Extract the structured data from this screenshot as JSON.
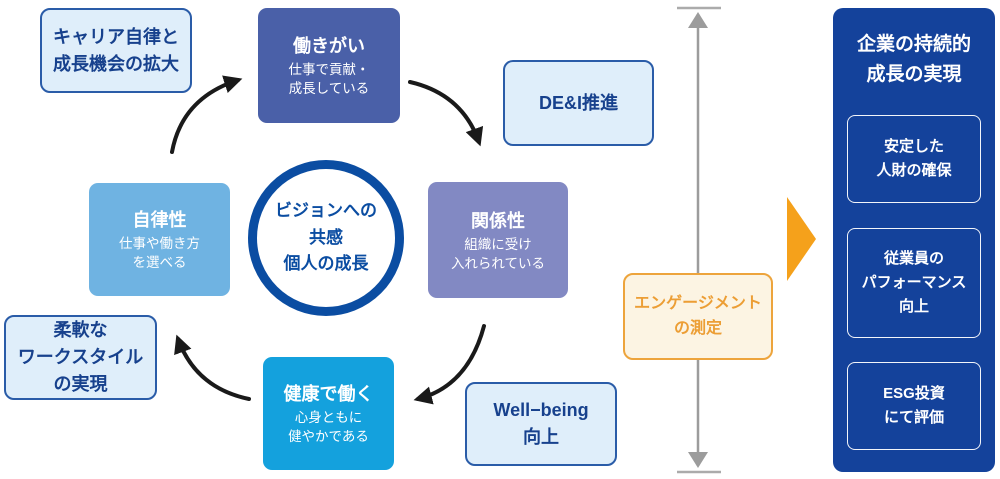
{
  "diagram": {
    "type": "employee-engagement-cycle",
    "colors": {
      "accent_dark_blue": "#0B4DA2",
      "panel_blue": "#14429B",
      "fulfillment_blue": "#4A60A8",
      "relatedness_purple": "#8289C3",
      "autonomy_sky": "#6FB3E2",
      "health_cyan": "#14A1DD",
      "light_box_bg": "#DFEEFA",
      "light_box_border": "#2A5CA8",
      "orange": "#F5A11B",
      "measure_line_gray": "#9C9C9C"
    }
  },
  "cycle": {
    "center": {
      "text": "ビジョンへの\n共感\n個人の成長"
    },
    "work_fulfillment": {
      "title": "働きがい",
      "desc": "仕事で貢献・\n成長している"
    },
    "relatedness": {
      "title": "関係性",
      "desc": "組織に受け\n入れられている"
    },
    "health": {
      "title": "健康で働く",
      "desc": "心身ともに\n健やかである"
    },
    "autonomy": {
      "title": "自律性",
      "desc": "仕事や働き方\nを選べる"
    }
  },
  "initiatives": {
    "career": "キャリア自律と\n成長機会の拡大",
    "dei": "DE&I推進",
    "wellbeing": "Well−being\n向上",
    "flexible_workstyle": "柔軟な\nワークスタイル\nの実現"
  },
  "measurement": {
    "label": "エンゲージメント\nの測定"
  },
  "outcome": {
    "title": "企業の持続的\n成長の実現",
    "items": [
      "安定した\n人財の確保",
      "従業員の\nパフォーマンス\n向上",
      "ESG投資\nにて評価"
    ]
  }
}
